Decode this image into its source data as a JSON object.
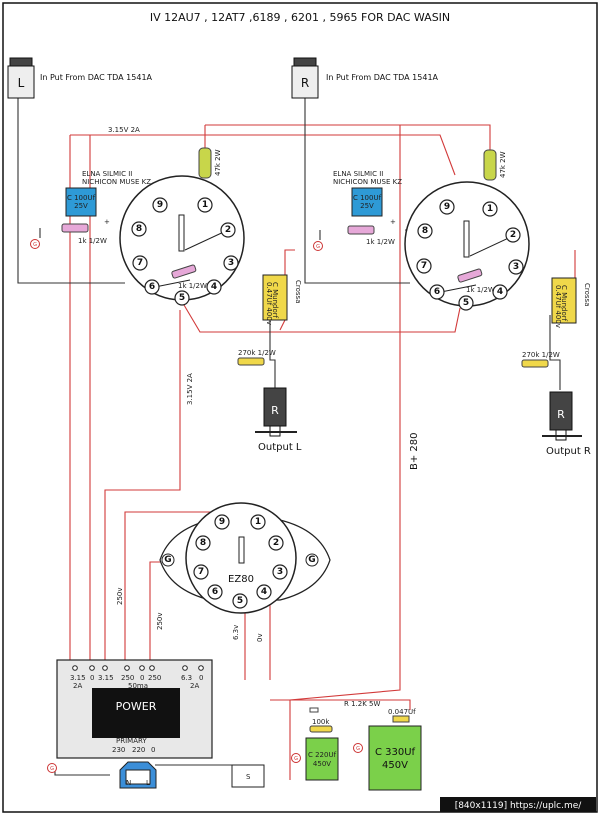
{
  "title": "IV  12AU7 , 12AT7 ,6189 , 6201 , 5965 FOR DAC WASIN",
  "inputs": {
    "left": {
      "jack": "L",
      "label": "In Put From DAC TDA 1541A"
    },
    "right": {
      "jack": "R",
      "label": "In Put From DAC TDA 1541A"
    }
  },
  "outputs": {
    "left": {
      "jack": "R",
      "label": "Output L"
    },
    "right": {
      "jack": "R",
      "label": "Output R"
    }
  },
  "wire_labels": {
    "heater_top": "3.15V 2A",
    "heater_side": "3.15V 2A",
    "bplus": "B+ 280",
    "v250a": "250v",
    "v250b": "250v",
    "v63": "6.3v",
    "v0": "0v"
  },
  "parts": {
    "cap_cathode_brand_1": "ELNA SILMIC II",
    "cap_cathode_brand_2": "NICHICON MUSE KZ",
    "cap_cathode_value_1": "C 100Uf",
    "cap_cathode_value_2": "25V",
    "r_cathode": "1k 1/2W",
    "r_anode": "47k 2W",
    "r_grid": "1k 1/2W",
    "cap_coupling_1": "C Mundorf",
    "cap_coupling_2": "0.47Uf 400v",
    "cap_coupling_side": "Crossa",
    "r_output": "270k 1/2W",
    "rectifier": "EZ80",
    "r_filter": "R 1.2K 5W",
    "r_small": "100k",
    "cap_small": "0.047Uf",
    "cap_filter1_1": "C 220Uf",
    "cap_filter1_2": "450V",
    "cap_filter2_1": "C 330Uf",
    "cap_filter2_2": "450V",
    "ground": "G"
  },
  "tube_pins": [
    "1",
    "2",
    "3",
    "4",
    "5",
    "6",
    "7",
    "8",
    "9"
  ],
  "rect_pins": [
    "1",
    "2",
    "3",
    "4",
    "5",
    "6",
    "7",
    "8",
    "9"
  ],
  "transformer": {
    "name": "POWER",
    "top_taps": [
      "3.15",
      "0",
      "3.15",
      "250",
      "0",
      "250",
      "6.3",
      "0"
    ],
    "top_sub": [
      "2A",
      "50ma",
      "2A"
    ],
    "primary_label": "PRIMARY",
    "primary_taps": [
      "230",
      "220",
      "0"
    ],
    "switch": "S",
    "socket_n": "N",
    "socket_l": "L"
  },
  "watermark": "[840x1119] https://uplc.me/"
}
